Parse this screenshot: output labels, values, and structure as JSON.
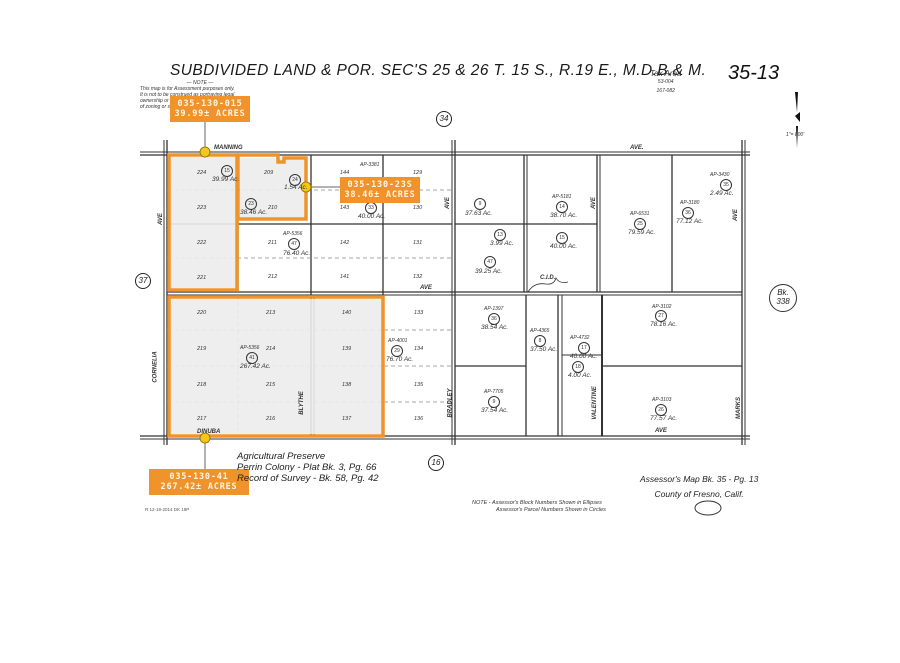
{
  "map": {
    "title": "SUBDIVIDED LAND & POR. SEC'S  25 & 26  T. 15 S., R.19 E., M.D.B.& M.",
    "map_number": "35-13",
    "tax_area": {
      "label": "Tax Area",
      "codes": [
        "53-004",
        "167-082"
      ]
    },
    "note": {
      "heading": "— NOTE —",
      "lines": [
        "This map is for Assessment purposes only.",
        "It is not to be construed as portraying legal",
        "ownership or divisions of land for purposes",
        "of zoning or subdivision law."
      ]
    },
    "north_arrow_label": "N",
    "scale_label": "1\"= 800'",
    "section_numbers": [
      "34",
      "37",
      "16"
    ],
    "adjacent_book": {
      "label": "Bk.",
      "number": "338"
    },
    "streets": {
      "north": "MANNING",
      "north_ave": "AVE.",
      "west": "CORNELIA",
      "west_ave": "AVE",
      "south": "DINUBA",
      "south_ave": "AVE",
      "blythe": "BLYTHE",
      "bradley": "BRADLEY",
      "valentine": "VALENTINE",
      "marks": "MARKS",
      "mid_ave": "AVE",
      "east_ave": "AVE",
      "cid": "C.I.D."
    },
    "lots": {
      "nw_block": [
        "224",
        "223",
        "222",
        "221",
        "209",
        "210",
        "211",
        "212"
      ],
      "n_mid": [
        "144",
        "143",
        "142",
        "141",
        "129",
        "130",
        "131",
        "132"
      ],
      "sw_block": [
        "220",
        "219",
        "218",
        "217",
        "213",
        "214",
        "215",
        "216",
        "140",
        "139",
        "138",
        "137"
      ],
      "s_mid": [
        "133",
        "134",
        "135",
        "136"
      ]
    },
    "parcels": [
      {
        "num": "15",
        "acres": "39.99 Ac."
      },
      {
        "num": "23",
        "acres": "38.46 Ac."
      },
      {
        "num": "24",
        "acres": "1.54 Ac."
      },
      {
        "num": "47",
        "acres": "76.40 Ac.",
        "ap": "AP-5356"
      },
      {
        "num": "33",
        "acres": "40.00 Ac.",
        "ap": "AP-3381"
      },
      {
        "num": "9",
        "acres": "37.63 Ac."
      },
      {
        "num": "14",
        "acres": "38.70 Ac.",
        "ap": "AP-5181"
      },
      {
        "num": "13",
        "acres": "3.99 Ac."
      },
      {
        "num": "47",
        "acres": "39.25 Ac."
      },
      {
        "num": "15",
        "acres": "40.00 Ac."
      },
      {
        "num": "25",
        "acres": "79.59 Ac.",
        "ap": "AP-6531"
      },
      {
        "num": "36",
        "acres": "77.12 Ac.",
        "ap": "AP-3180"
      },
      {
        "num": "35",
        "acres": "2.49 Ac.",
        "ap": "AP-3430"
      },
      {
        "num": "41",
        "acres": "267.42 Ac.",
        "ap": "AP-5356"
      },
      {
        "num": "29",
        "acres": "76.70 Ac.",
        "ap": "AP-4001"
      },
      {
        "num": "36",
        "acres": "38.54 Ac.",
        "ap": "AP-1397"
      },
      {
        "num": "8",
        "acres": "37.50 Ac.",
        "ap": "AP-4365"
      },
      {
        "num": "17",
        "acres": "40.00 Ac.",
        "ap": "AP-4732"
      },
      {
        "num": "18",
        "acres": "4.00 Ac."
      },
      {
        "num": "9",
        "acres": "37.54 Ac.",
        "ap": "AP-7705"
      },
      {
        "num": "27",
        "acres": "78.16 Ac.",
        "ap": "AP-3102"
      },
      {
        "num": "26",
        "acres": "77.57 Ac.",
        "ap": "AP-3103"
      }
    ],
    "callouts": [
      {
        "apn": "035-130-015",
        "acres": "39.99± ACRES"
      },
      {
        "apn": "035-130-23S",
        "acres": "38.46± ACRES"
      },
      {
        "apn": "035-130-41",
        "acres": "267.42± ACRES"
      }
    ],
    "agricultural_preserve": {
      "line1": "Agricultural Preserve",
      "line2": "Perrin Colony -  Plat Bk. 3, Pg. 66",
      "line3": "Record of Survey - Bk. 58, Pg. 42"
    },
    "assessor": {
      "line1": "Assessor's Map  Bk. 35  - Pg. 13",
      "line2": "County of Fresno,  Calif."
    },
    "bottom_note": {
      "line1": "NOTE - Assessor's  Block Numbers Shown in Ellipses",
      "line2": "Assessor's  Parcel Numbers Shown in Circles"
    },
    "revision": "R 12-18-2014  DK  19P",
    "colors": {
      "highlight": "#f0932b",
      "marker": "#f5c518",
      "fill": "#ececec"
    }
  }
}
